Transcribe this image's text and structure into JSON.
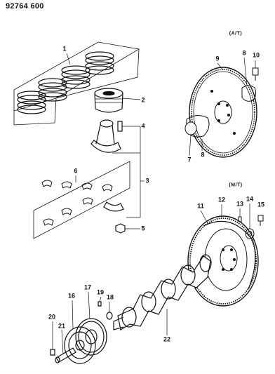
{
  "document_code": "92764 600",
  "sections": {
    "automatic": "(A/T)",
    "manual": "(M/T)"
  },
  "callouts": {
    "c1": "1",
    "c2": "2",
    "c3": "3",
    "c4": "4",
    "c5": "5",
    "c6": "6",
    "c7": "7",
    "c8a": "8",
    "c8b": "8",
    "c9": "9",
    "c10": "10",
    "c11": "11",
    "c12": "12",
    "c13": "13",
    "c14": "14",
    "c15": "15",
    "c16": "16",
    "c17": "17",
    "c18": "18",
    "c19": "19",
    "c20": "20",
    "c21": "21",
    "c22": "22"
  },
  "parts": {
    "piston_rings": "piston-ring-set",
    "piston": "piston",
    "connecting_rod": "connecting-rod",
    "bearings": "connecting-rod-bearing-set",
    "flex_plate": "drive-plate",
    "flywheel": "flywheel",
    "crankshaft": "crankshaft",
    "damper_pulley": "crankshaft-pulley"
  }
}
